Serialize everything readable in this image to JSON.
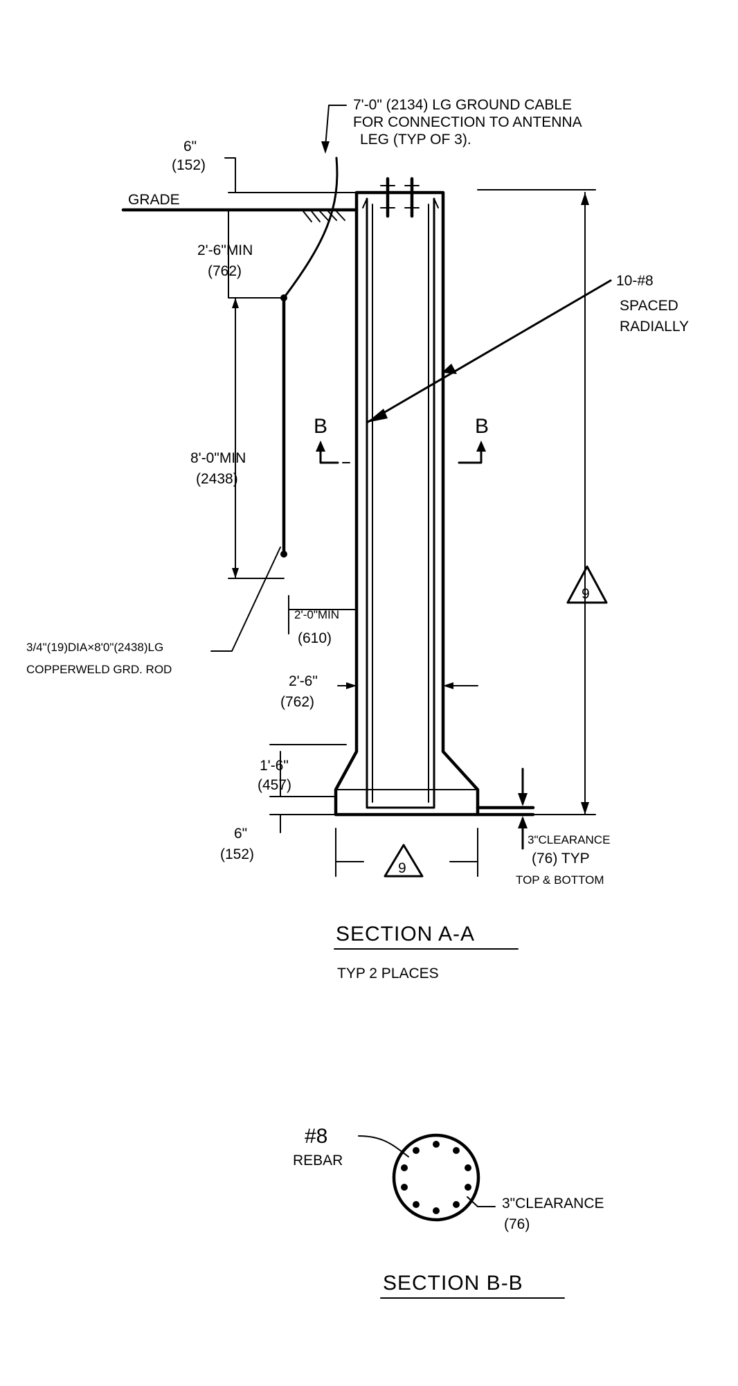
{
  "ground_cable_note": {
    "line1": "7'-0\" (2134) LG GROUND CABLE",
    "line2": "FOR CONNECTION TO ANTENNA",
    "line3": "LEG (TYP OF 3)."
  },
  "dim_6_top": {
    "ft": "6\"",
    "mm": "(152)"
  },
  "grade_label": "GRADE",
  "dim_2_6_min": {
    "ft": "2'-6\"MIN",
    "mm": "(762)"
  },
  "rebar_note": {
    "line1": "10-#8",
    "line2": "SPACED",
    "line3": "RADIALLY"
  },
  "section_mark_b": "B",
  "dim_8_0_min": {
    "ft": "8'-0\"MIN",
    "mm": "(2438)"
  },
  "detail_tag": "9",
  "ground_rod_note": {
    "line1": "3/4\"(19)DIA×8'0\"(2438)LG",
    "line2": "COPPERWELD GRD. ROD"
  },
  "dim_2_0_min": {
    "ft": "2'-0\"MIN",
    "mm": "(610)"
  },
  "dim_2_6": {
    "ft": "2'-6\"",
    "mm": "(762)"
  },
  "dim_1_6": {
    "ft": "1'-6\"",
    "mm": "(457)"
  },
  "dim_6_bottom": {
    "ft": "6\"",
    "mm": "(152)"
  },
  "clearance_note": {
    "line1": "3\"CLEARANCE",
    "line2": "(76) TYP",
    "line3": "TOP & BOTTOM"
  },
  "section_aa": {
    "title": "SECTION A-A",
    "subtitle": "TYP 2 PLACES"
  },
  "section_bb": {
    "title": "SECTION B-B",
    "rebar_label_1": "#8",
    "rebar_label_2": "REBAR",
    "clearance_1": "3\"CLEARANCE",
    "clearance_2": "(76)"
  }
}
